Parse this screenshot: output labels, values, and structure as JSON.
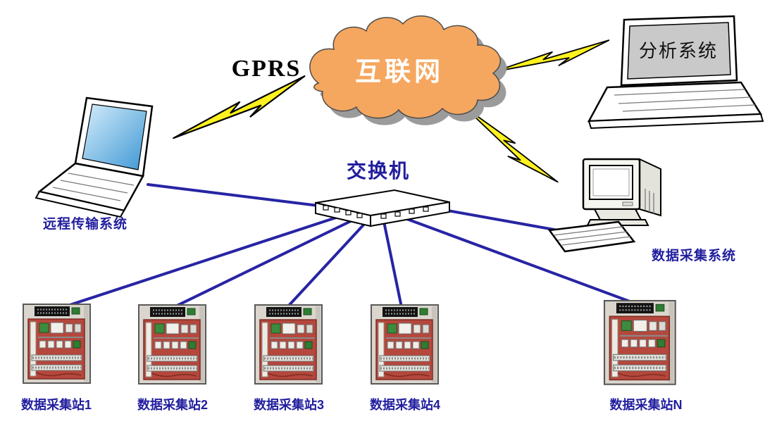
{
  "labels": {
    "gprs": "GPRS",
    "internet": "互联网",
    "switch": "交换机",
    "remote_system": "远程传输系统",
    "analysis_system": "分析系统",
    "acquisition_system": "数据采集系统",
    "stations": [
      "数据采集站1",
      "数据采集站2",
      "数据采集站3",
      "数据采集站4",
      "数据采集站N"
    ]
  },
  "colors": {
    "cloud_fill": "#F5A75F",
    "cloud_shadow": "#9B9B9B",
    "cloud_text": "#FFFFFF",
    "label_blue": "#211E9E",
    "line_blue": "#2724A4",
    "bolt_yellow": "#FFF21F",
    "gprs_text": "#000000"
  },
  "icons": {
    "internet": "cloud-shape",
    "wireless_link": "lightning-bolt",
    "remote_system": "laptop",
    "analysis_system": "laptop-with-screen-text",
    "switch": "ethernet-switch-box",
    "acquisition_system": "desktop-computer",
    "stations": "electrical-cabinet"
  }
}
